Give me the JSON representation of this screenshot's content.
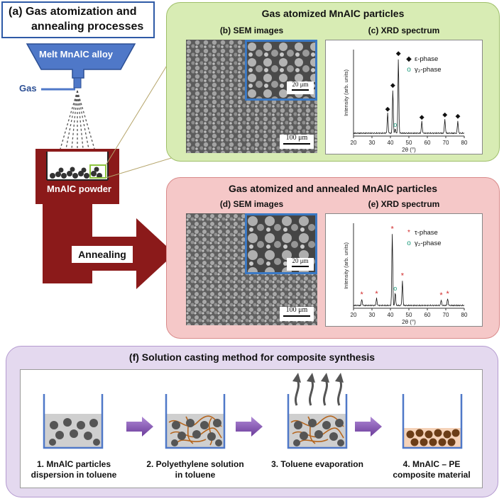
{
  "panel_a": {
    "title_line1": "(a)  Gas atomization and",
    "title_line2": "annealing processes",
    "melt_label": "Melt MnAlC alloy",
    "gas_label": "Gas",
    "powder_label": "MnAlC powder",
    "annealing_label": "Annealing"
  },
  "top_box": {
    "title": "Gas atomized MnAlC particles",
    "sem_title": "(b) SEM images",
    "xrd_title": "(c) XRD spectrum",
    "scale_main": "100 μm",
    "scale_inset": "20 μm",
    "legend": [
      {
        "symbol": "◆",
        "label": "ε-phase"
      },
      {
        "symbol": "o",
        "label": "γ₂-phase"
      }
    ]
  },
  "mid_box": {
    "title": "Gas atomized and annealed MnAlC particles",
    "sem_title": "(d) SEM images",
    "xrd_title": "(e) XRD spectrum",
    "scale_main": "100 μm",
    "scale_inset": "20 μm",
    "legend": [
      {
        "symbol": "*",
        "label": "τ-phase"
      },
      {
        "symbol": "o",
        "label": "γ₂-phase"
      }
    ]
  },
  "chart_data": [
    {
      "type": "line",
      "xlabel": "2θ (°)",
      "ylabel": "Intensity (arb. units)",
      "xlim": [
        20,
        80
      ],
      "x_ticks": [
        "20",
        "30",
        "40",
        "50",
        "60",
        "70",
        "80"
      ],
      "peaks": [
        {
          "x": 38.5,
          "height": 0.25,
          "marker": "◆"
        },
        {
          "x": 41.3,
          "height": 0.55,
          "marker": "◆"
        },
        {
          "x": 42.6,
          "height": 0.05,
          "marker": "o"
        },
        {
          "x": 44.3,
          "height": 0.95,
          "marker": "◆"
        },
        {
          "x": 57.0,
          "height": 0.15,
          "marker": "◆"
        },
        {
          "x": 69.5,
          "height": 0.18,
          "marker": "◆"
        },
        {
          "x": 76.5,
          "height": 0.16,
          "marker": "◆"
        }
      ]
    },
    {
      "type": "line",
      "xlabel": "2θ (°)",
      "ylabel": "Intensity (arb. units)",
      "xlim": [
        20,
        80
      ],
      "x_ticks": [
        "20",
        "30",
        "40",
        "50",
        "60",
        "70",
        "80"
      ],
      "peaks": [
        {
          "x": 24.5,
          "height": 0.08,
          "marker": "*"
        },
        {
          "x": 32.5,
          "height": 0.09,
          "marker": "*"
        },
        {
          "x": 41.0,
          "height": 0.92,
          "marker": "*"
        },
        {
          "x": 42.6,
          "height": 0.16,
          "marker": "o"
        },
        {
          "x": 46.5,
          "height": 0.32,
          "marker": "*"
        },
        {
          "x": 67.5,
          "height": 0.07,
          "marker": "*"
        },
        {
          "x": 71.0,
          "height": 0.09,
          "marker": "*"
        }
      ]
    }
  ],
  "bottom_box": {
    "title": "(f) Solution casting method for composite synthesis",
    "steps": [
      {
        "line1": "1. MnAlC particles",
        "line2": "dispersion in toluene"
      },
      {
        "line1": "2. Polyethylene solution",
        "line2": "in toluene"
      },
      {
        "line1": "3. Toluene evaporation",
        "line2": ""
      },
      {
        "line1": "4. MnAlC – PE",
        "line2": "composite material"
      }
    ]
  },
  "colors": {
    "green_box": "#d8ecb4",
    "red_box": "#f5c8c8",
    "purple_box": "#e4d9ef",
    "funnel_blue": "#4f78c8",
    "container_red": "#8b1a1a",
    "arrow_purple": "#8a5bb4"
  }
}
